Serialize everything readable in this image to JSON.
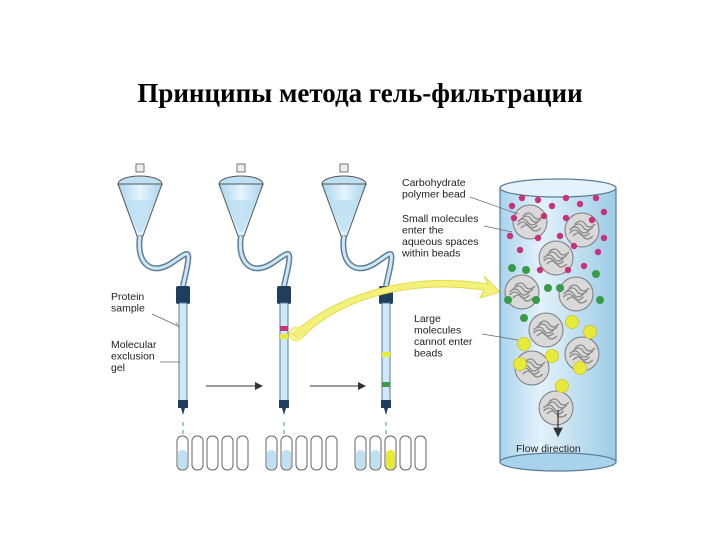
{
  "title": "Принципы метода гель-фильтрации",
  "labels": {
    "protein_sample": [
      "Protein",
      "sample"
    ],
    "gel": [
      "Molecular",
      "exclusion",
      "gel"
    ],
    "bead": [
      "Carbohydrate",
      "polymer bead"
    ],
    "small": [
      "Small molecules",
      "enter the",
      "aqueous spaces",
      "within beads"
    ],
    "large": [
      "Large",
      "molecules",
      "cannot enter",
      "beads"
    ],
    "flow": "Flow direction"
  },
  "colors": {
    "funnel": "#bfe0f2",
    "column": "#cfe8f6",
    "dark_fitting": "#1f3d5c",
    "small_molecule": "#c8327a",
    "large_molecule": "#e8ea3a",
    "green_molecule": "#3a9a4a",
    "arrow_yellow": "#f3f17a"
  }
}
